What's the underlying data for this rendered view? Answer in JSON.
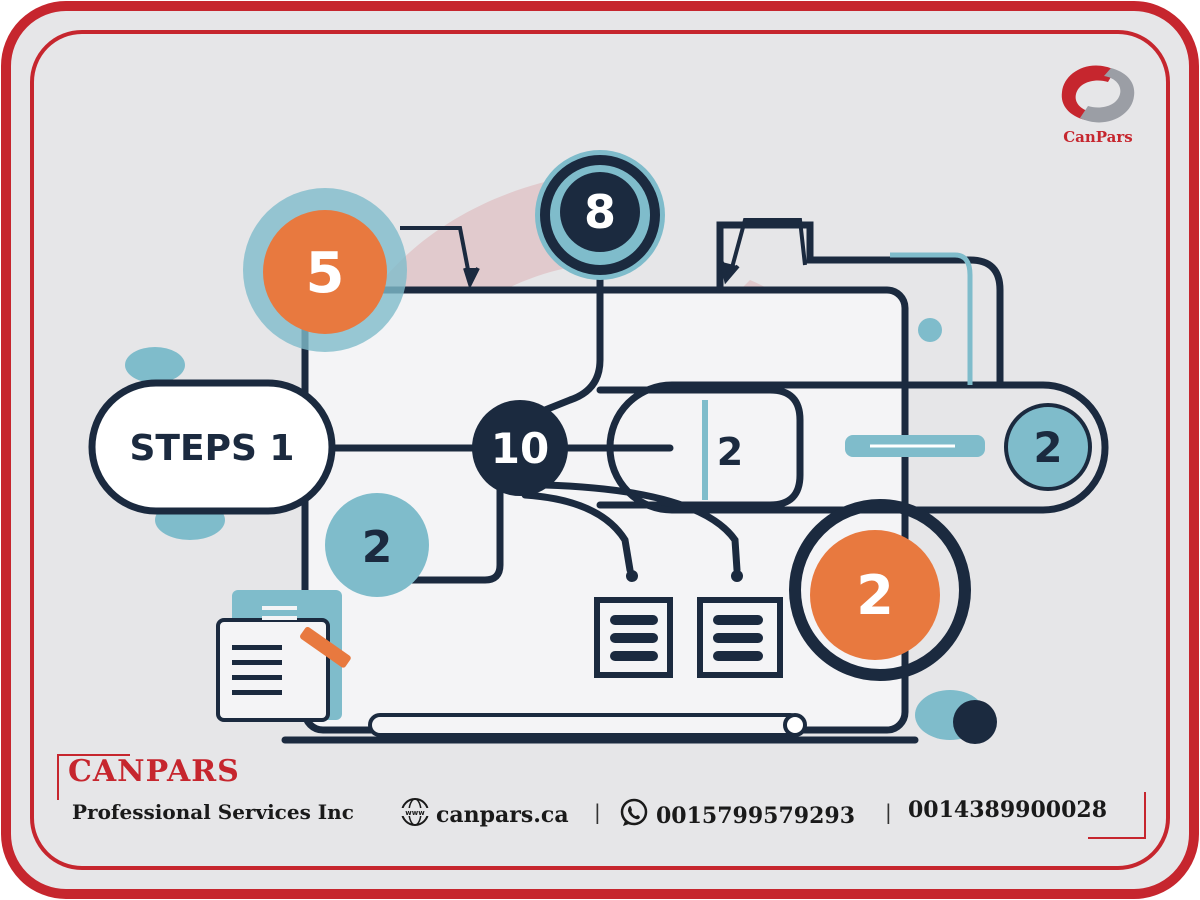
{
  "colors": {
    "frame_red": "#c6262e",
    "panel_gray": "#e6e6e8",
    "navy": "#1b2a3f",
    "teal": "#7fbccb",
    "orange": "#e8793f",
    "paper": "#f4f4f6"
  },
  "logo": {
    "caption": "CanPars"
  },
  "diagram": {
    "start_label": "STEPS 1",
    "hub_label": "10",
    "top_circle_label": "8",
    "orange_top_label": "5",
    "left_small_label": "2",
    "middle_tab_label": "2",
    "right_circle_label": "2",
    "orange_bottom_label": "2"
  },
  "footer": {
    "brand_name": "CANPARS",
    "brand_sub": "Professional Services Inc",
    "website": "canpars.ca",
    "phone_whatsapp": "0015799579293",
    "phone_2": "0014389900028"
  },
  "icons": {
    "website": "globe-www-icon",
    "whatsapp": "whatsapp-icon",
    "logo": "canpars-logo-icon"
  }
}
